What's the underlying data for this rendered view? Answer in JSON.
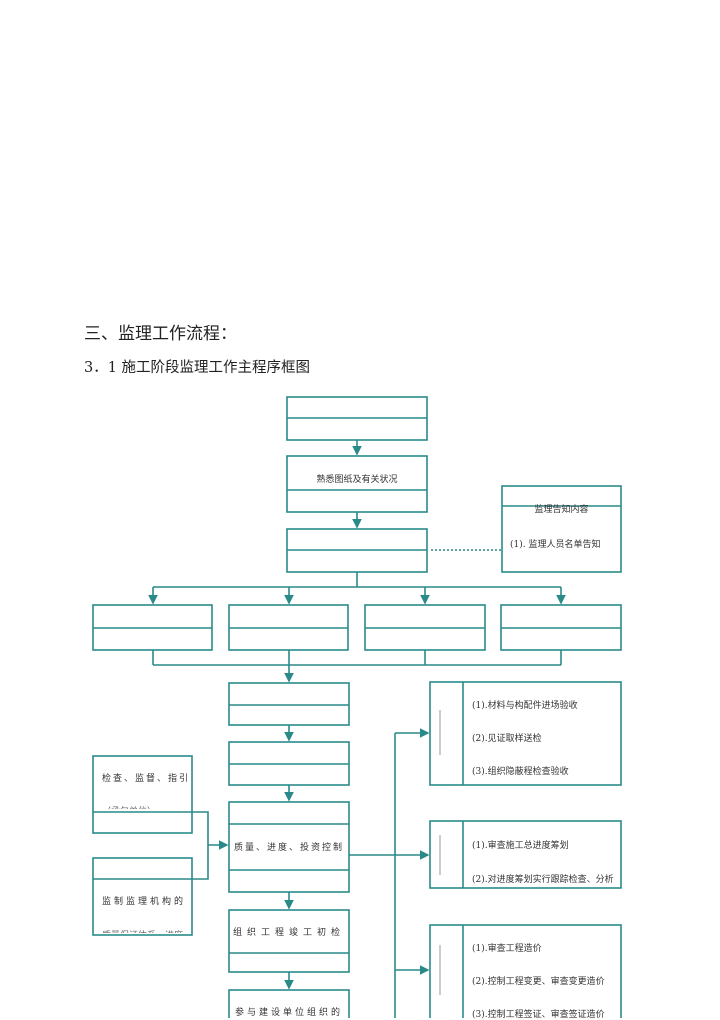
{
  "heading": "三、监理工作流程：",
  "subheading": "3．1 施工阶段监理工作主程序框图",
  "accent_color": "#2a8a8a",
  "flow": {
    "familiarize": "熟悉图纸及有关状况",
    "notice_title": "监理告知内容",
    "notice_item": "(1). 监理人员名单告知",
    "control": "质量、进度、投资控制",
    "initial_inspection": "组织工程竣工初检",
    "participate": "参与建设单位组织的"
  },
  "left": {
    "inspect": "检查、监督、指引",
    "inspect_clipped": "（承包单位）",
    "supervise": "监制监理机构的",
    "supervise_clipped": "质量保证体系、进度"
  },
  "quality": [
    "(1).材料与构配件进场验收",
    "(2).见证取样送检",
    "(3).组织隐蔽程检查验收"
  ],
  "schedule": [
    "(1).审查施工总进度筹划",
    "(2).对进度筹划实行跟踪检查、分析"
  ],
  "cost": [
    "(1).审查工程造价",
    "(2).控制工程变更、审查变更造价",
    "(3).控制工程签证、审查签证造价"
  ]
}
